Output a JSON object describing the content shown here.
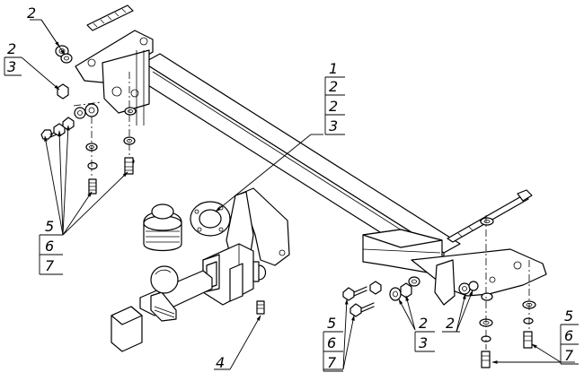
{
  "title": "",
  "callouts": {
    "c_topleft_2": "2",
    "c_left_2": "2",
    "c_left_3": "3",
    "c_stack_1": "1",
    "c_stack_2a": "2",
    "c_stack_2b": "2",
    "c_stack_3": "3",
    "c_left_5": "5",
    "c_left_6": "6",
    "c_left_7": "7",
    "c_bottom_4": "4",
    "c_mid_5": "5",
    "c_mid_6": "6",
    "c_mid_7": "7",
    "c_mid_2": "2",
    "c_mid_3": "3",
    "c_right_2": "2",
    "c_far_5": "5",
    "c_far_6": "6",
    "c_far_7": "7"
  }
}
